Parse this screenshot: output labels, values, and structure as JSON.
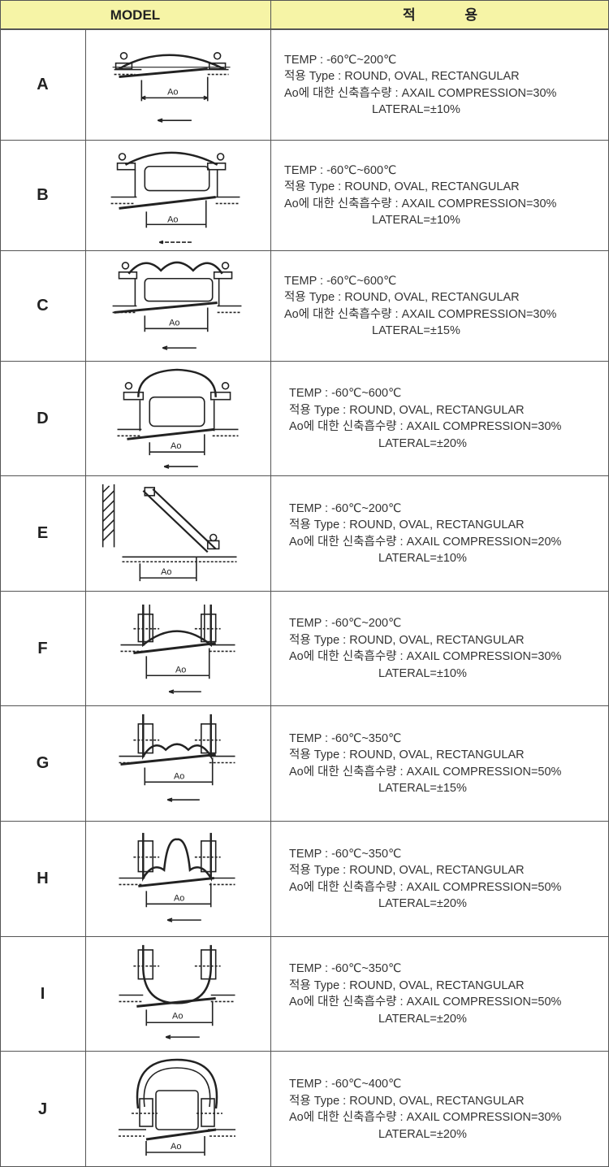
{
  "header": {
    "model": "MODEL",
    "application": "적 용"
  },
  "rows": [
    {
      "model": "A",
      "temp": "TEMP : -60℃~200℃",
      "type": "적용 Type : ROUND, OVAL, RECTANGULAR",
      "comp": "Ao에 대한 신축흡수량 : AXAIL COMPRESSION=30%",
      "lateral": "LATERAL=±10%",
      "dim": "Ao"
    },
    {
      "model": "B",
      "temp": "TEMP : -60℃~600℃",
      "type": "적용 Type : ROUND, OVAL, RECTANGULAR",
      "comp": "Ao에 대한 신축흡수량 : AXAIL COMPRESSION=30%",
      "lateral": "LATERAL=±10%",
      "dim": "Ao"
    },
    {
      "model": "C",
      "temp": "TEMP : -60℃~600℃",
      "type": "적용 Type : ROUND, OVAL, RECTANGULAR",
      "comp": "Ao에 대한 신축흡수량 : AXAIL COMPRESSION=30%",
      "lateral": "LATERAL=±15%",
      "dim": "Ao"
    },
    {
      "model": "D",
      "temp": "TEMP : -60℃~600℃",
      "type": "적용 Type : ROUND, OVAL, RECTANGULAR",
      "comp": "Ao에 대한 신축흡수량 : AXAIL COMPRESSION=30%",
      "lateral": "LATERAL=±20%",
      "dim": "Ao"
    },
    {
      "model": "E",
      "temp": "TEMP : -60℃~200℃",
      "type": "적용 Type : ROUND, OVAL, RECTANGULAR",
      "comp": "Ao에 대한 신축흡수량 : AXAIL COMPRESSION=20%",
      "lateral": "LATERAL=±10%",
      "dim": "Ao"
    },
    {
      "model": "F",
      "temp": "TEMP : -60℃~200℃",
      "type": "적용 Type : ROUND, OVAL, RECTANGULAR",
      "comp": "Ao에 대한 신축흡수량 : AXAIL COMPRESSION=30%",
      "lateral": "LATERAL=±10%",
      "dim": "Ao"
    },
    {
      "model": "G",
      "temp": "TEMP : -60℃~350℃",
      "type": "적용 Type : ROUND, OVAL, RECTANGULAR",
      "comp": "Ao에 대한 신축흡수량 : AXAIL COMPRESSION=50%",
      "lateral": "LATERAL=±15%",
      "dim": "Ao"
    },
    {
      "model": "H",
      "temp": "TEMP : -60℃~350℃",
      "type": "적용 Type : ROUND, OVAL, RECTANGULAR",
      "comp": "Ao에 대한 신축흡수량 : AXAIL COMPRESSION=50%",
      "lateral": "LATERAL=±20%",
      "dim": "Ao"
    },
    {
      "model": "I",
      "temp": "TEMP : -60℃~350℃",
      "type": "적용 Type : ROUND, OVAL, RECTANGULAR",
      "comp": "Ao에 대한 신축흡수량 : AXAIL COMPRESSION=50%",
      "lateral": "LATERAL=±20%",
      "dim": "Ao"
    },
    {
      "model": "J",
      "temp": "TEMP : -60℃~400℃",
      "type": "적용 Type : ROUND, OVAL, RECTANGULAR",
      "comp": "Ao에 대한 신축흡수량 : AXAIL COMPRESSION=30%",
      "lateral": "LATERAL=±20%",
      "dim": "Ao"
    }
  ]
}
